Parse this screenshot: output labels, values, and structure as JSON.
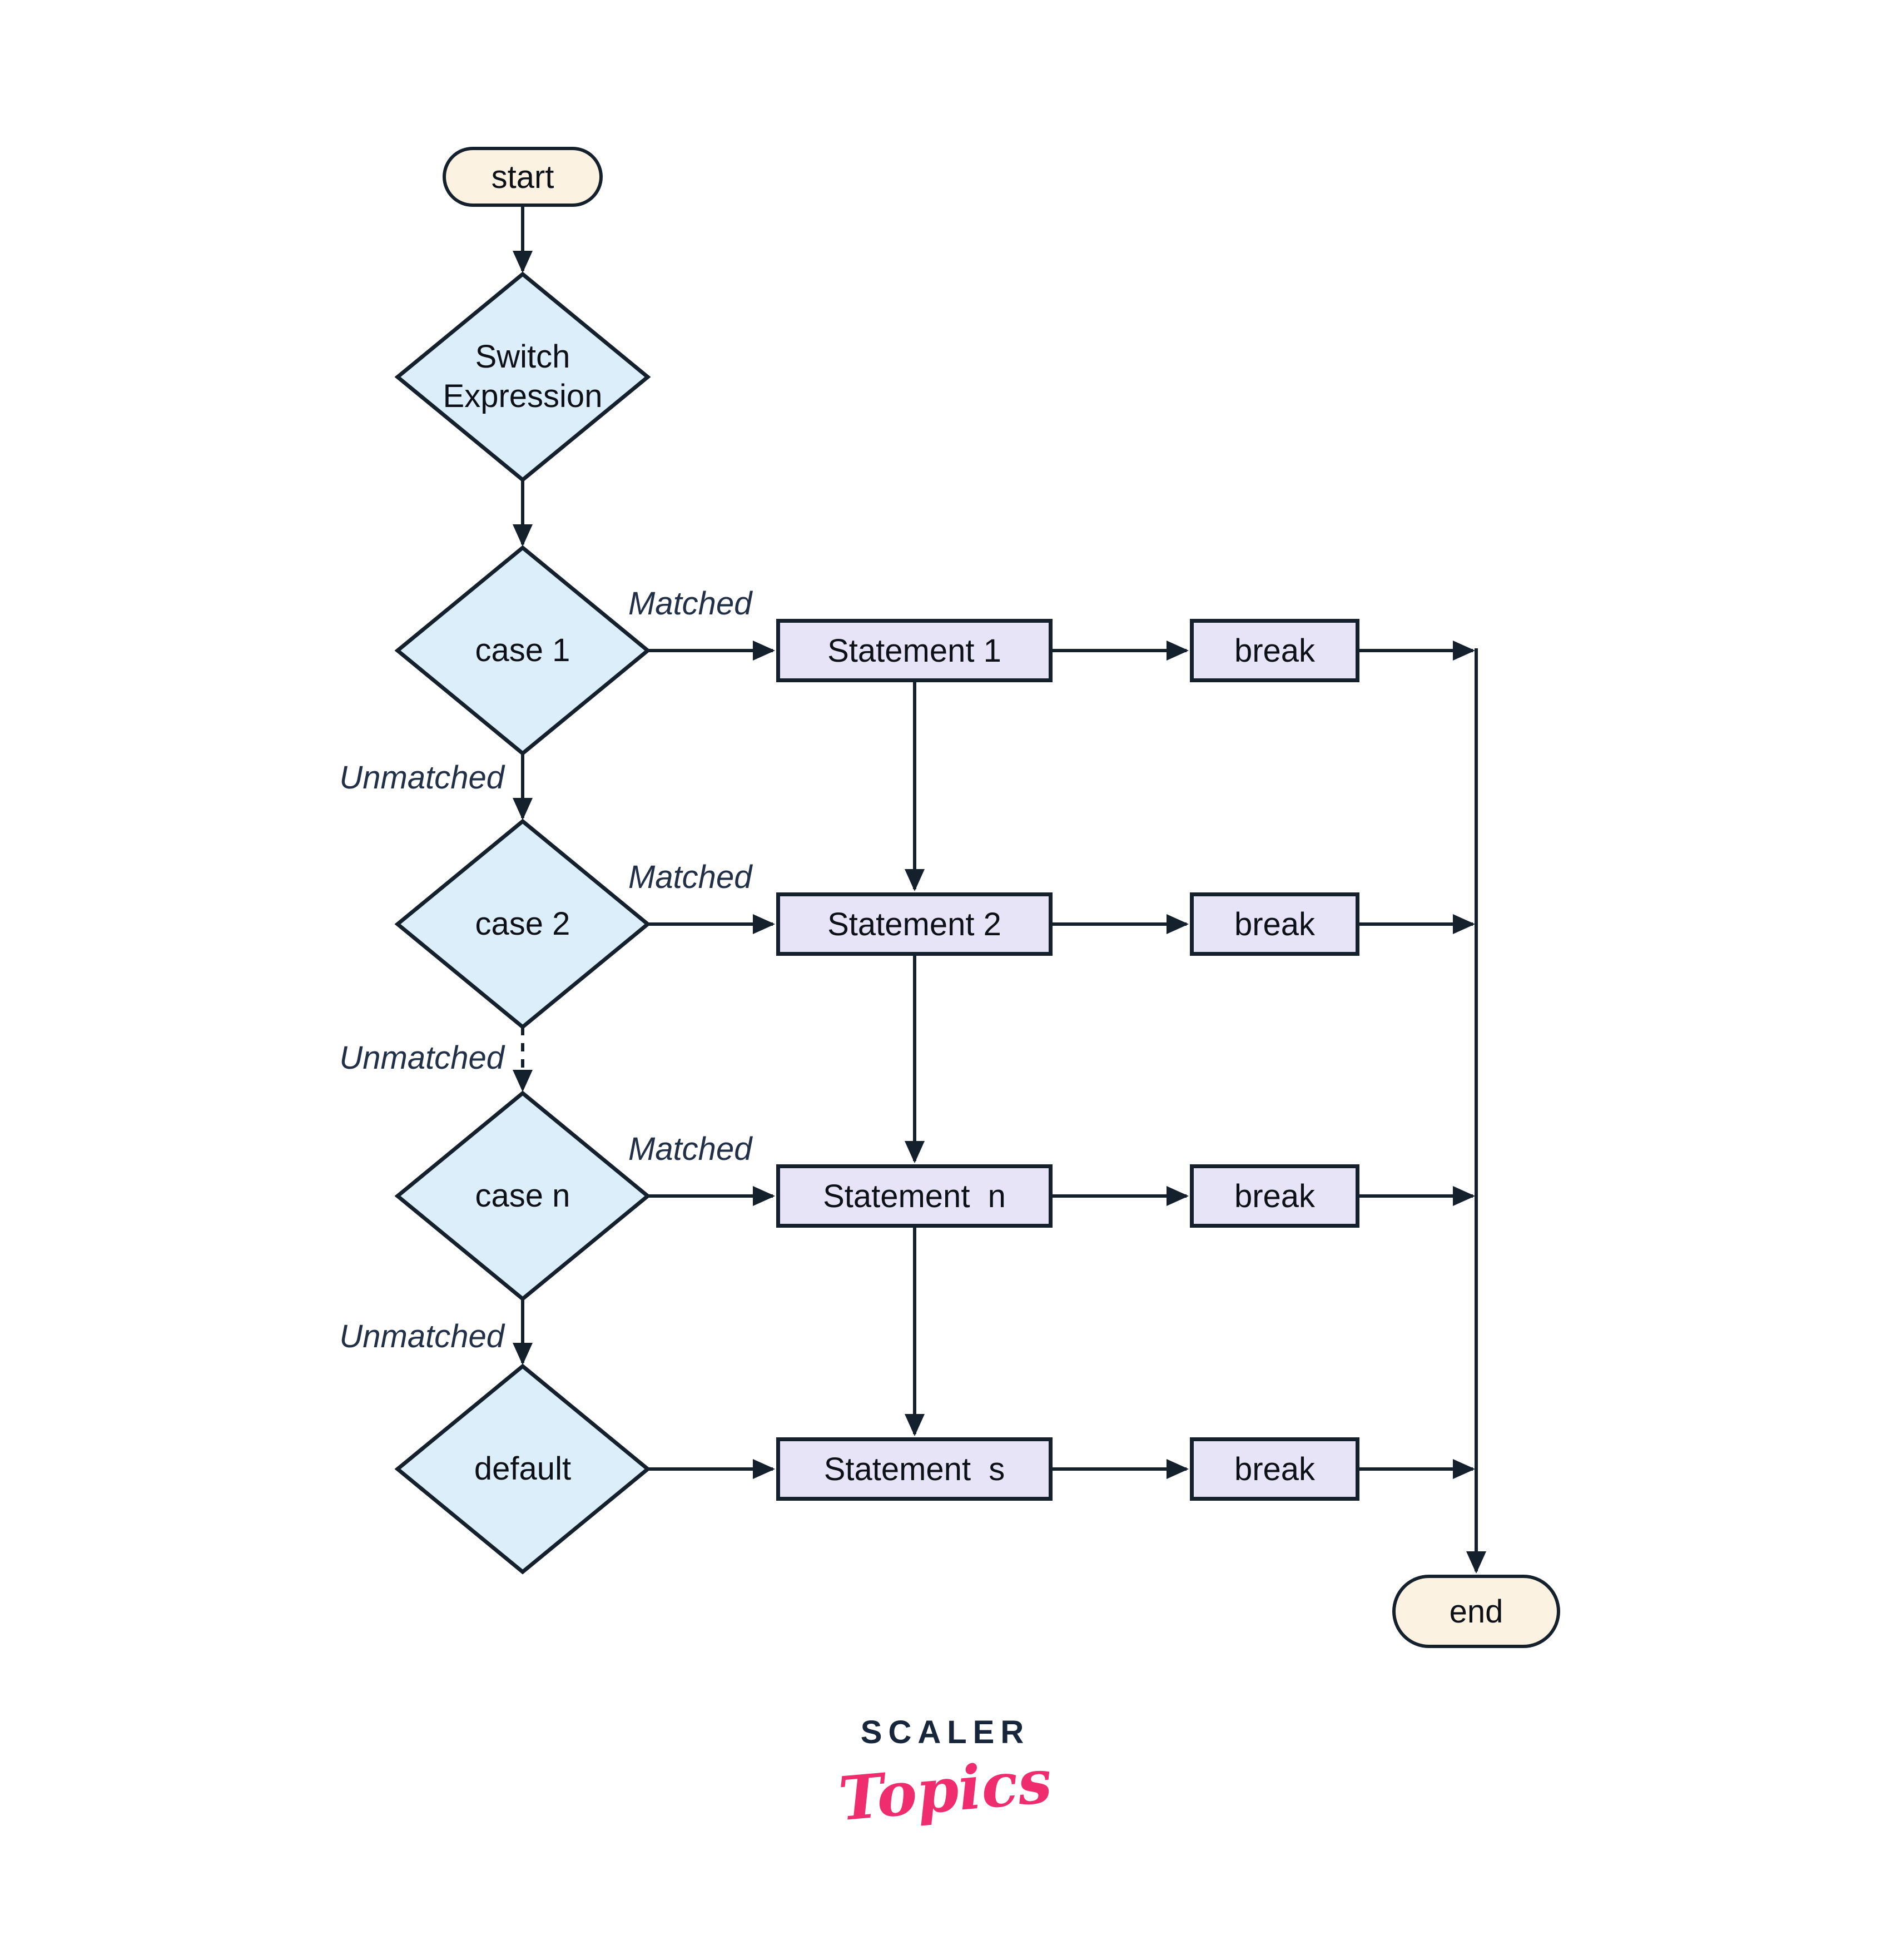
{
  "colors": {
    "background": "#ffffff",
    "line": "#15202d",
    "diamond_fill": "#ddeefb",
    "box_fill": "#e7e4f8",
    "pill_fill": "#fcf2e1",
    "label_text": "#223047",
    "node_text": "#0d1117",
    "logo_navy": "#18263b",
    "logo_pink": "#ee2c6e"
  },
  "nodes": {
    "start": "start",
    "switch": "Switch Expression",
    "cases": [
      "case 1",
      "case 2",
      "case n",
      "default"
    ],
    "statements": [
      "Statement 1",
      "Statement 2",
      "Statement  n",
      "Statement  s"
    ],
    "breaks": [
      "break",
      "break",
      "break",
      "break"
    ],
    "end": "end"
  },
  "edge_labels": {
    "matched": [
      "Matched",
      "Matched",
      "Matched"
    ],
    "unmatched": [
      "Unmatched",
      "Unmatched",
      "Unmatched"
    ]
  },
  "logo": {
    "brand": "SCALER",
    "sub": "Topics"
  }
}
